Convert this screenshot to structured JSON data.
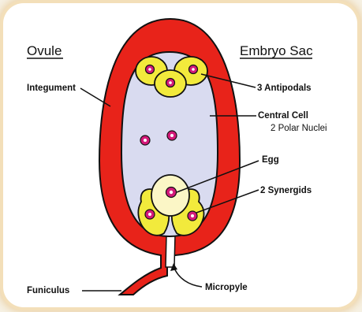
{
  "labels": {
    "ovule": "Ovule",
    "embryo_sac": "Embryo Sac",
    "integument": "Integument",
    "antipodals": "3 Antipodals",
    "central_cell": "Central Cell",
    "polar_nuclei": "2 Polar Nuclei",
    "egg": "Egg",
    "synergids": "2 Synergids",
    "funiculus": "Funiculus",
    "micropyle": "Micropyle"
  },
  "colors": {
    "integument": "#e8231a",
    "embryo_sac": "#d9dbf0",
    "cell_fill": "#f2ea3c",
    "egg_fill": "#fbf6c6",
    "nucleus": "#d4197a",
    "outline": "#111111"
  }
}
